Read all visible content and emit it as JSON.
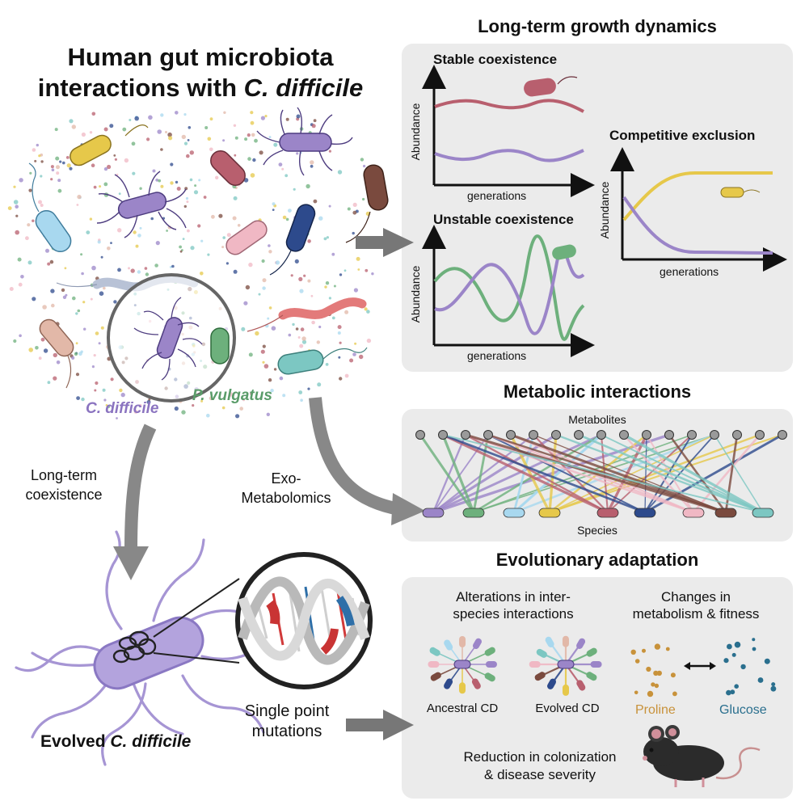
{
  "main_title": {
    "line1": "Human gut microbiota",
    "line2_prefix": "interactions with ",
    "line2_italic": "C. difficile"
  },
  "community": {
    "cd_label": "C. difficile",
    "pv_label": "P. vulgatus"
  },
  "flows": {
    "long_term": [
      "Long-term",
      "coexistence"
    ],
    "exo": [
      "Exo-",
      "Metabolomics"
    ],
    "single_point": [
      "Single point",
      "mutations"
    ]
  },
  "evolved_label": {
    "prefix": "Evolved ",
    "italic": "C. difficile"
  },
  "growth": {
    "heading": "Long-term growth dynamics",
    "stable": {
      "title": "Stable coexistence",
      "ylabel": "Abundance",
      "xlabel": "generations"
    },
    "unstable": {
      "title": "Unstable coexistence",
      "ylabel": "Abundance",
      "xlabel": "generations"
    },
    "competitive": {
      "title": "Competitive exclusion",
      "ylabel": "Abundance",
      "xlabel": "generations"
    }
  },
  "metabolic": {
    "heading": "Metabolic interactions",
    "top_label": "Metabolites",
    "bottom_label": "Species"
  },
  "evolution": {
    "heading": "Evolutionary adaptation",
    "left_caption": [
      "Alterations in inter-",
      "species interactions"
    ],
    "right_caption": [
      "Changes in",
      "metabolism & fitness"
    ],
    "ancestral": "Ancestral CD",
    "evolved": "Evolved CD",
    "proline": "Proline",
    "glucose": "Glucose",
    "reduction": [
      "Reduction in colonization",
      "& disease severity"
    ]
  },
  "colors": {
    "purple": "#9b85c8",
    "green": "#6db07c",
    "red": "#b85f6e",
    "yellow": "#e6c84a",
    "navy": "#2d4a8c",
    "brown": "#7a4a3e",
    "pink": "#f0b8c4",
    "teal": "#7cc7c2",
    "proline": "#c8923a",
    "glucose": "#2a6f8e"
  }
}
